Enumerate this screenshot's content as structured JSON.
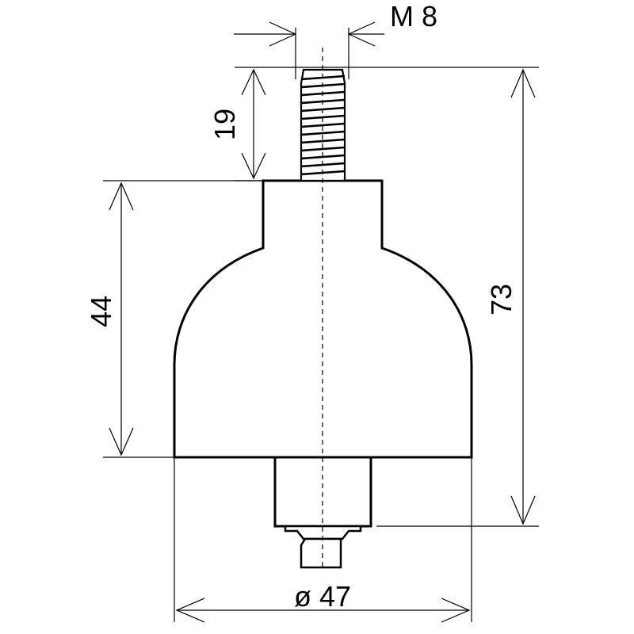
{
  "drawing": {
    "thread_size": "M 8",
    "thread_length": "19",
    "body_height": "44",
    "total_height": "73",
    "diameter": "ø 47"
  }
}
